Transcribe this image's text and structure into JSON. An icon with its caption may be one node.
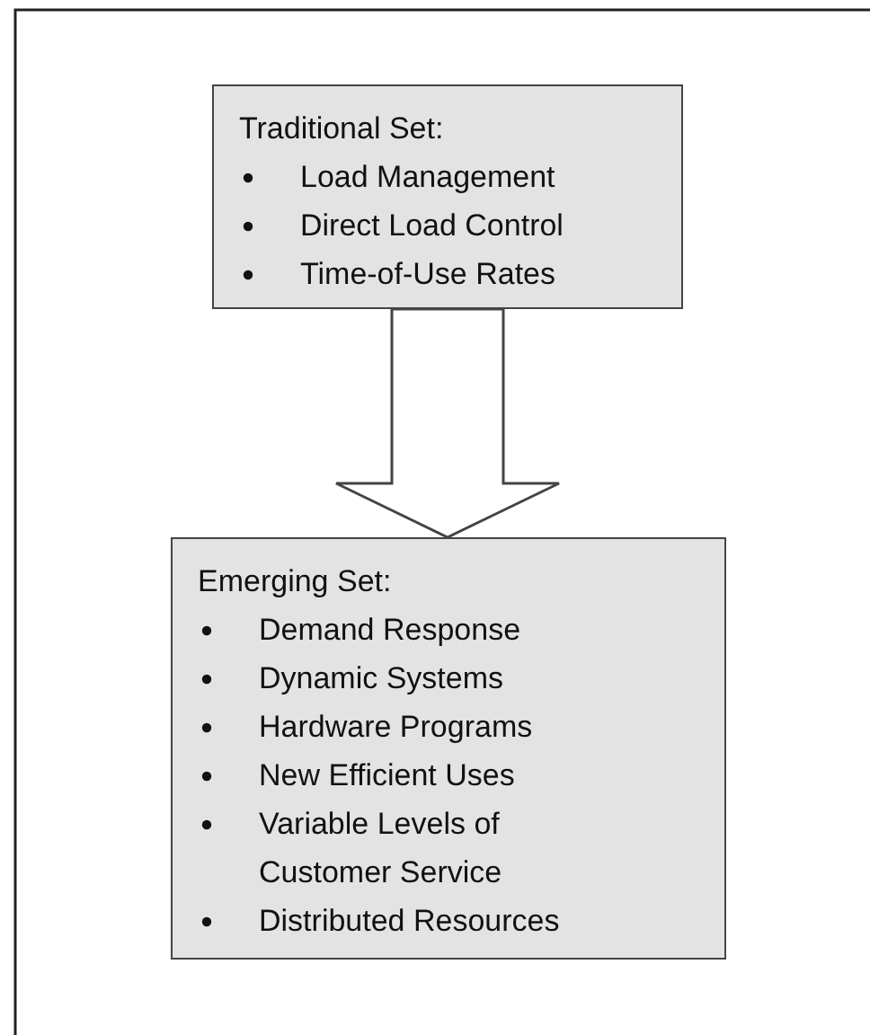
{
  "diagram": {
    "nodes": [
      {
        "text": [
          "Traditional Set:",
          "Load Management",
          "Direct Load Control",
          "Time-of-Use Rates"
        ]
      },
      {
        "text": [
          "Emerging Set:",
          "Demand Response",
          "Dynamic Systems",
          "Hardware Programs",
          "New Efficient Uses",
          "Variable Levels of Customer Service",
          "Distributed Resources"
        ]
      }
    ],
    "edges": [
      {
        "from": 0,
        "to": 1,
        "arrow": "to"
      }
    ]
  }
}
